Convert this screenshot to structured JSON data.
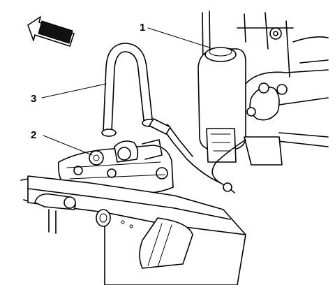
{
  "diagram": {
    "orientation_arrow": "front-direction-arrow-icon",
    "callouts": [
      {
        "id": "1",
        "label": "1"
      },
      {
        "id": "2",
        "label": "2"
      },
      {
        "id": "3",
        "label": "3"
      }
    ],
    "colors": {
      "line": "#000000",
      "background": "#ffffff"
    }
  }
}
